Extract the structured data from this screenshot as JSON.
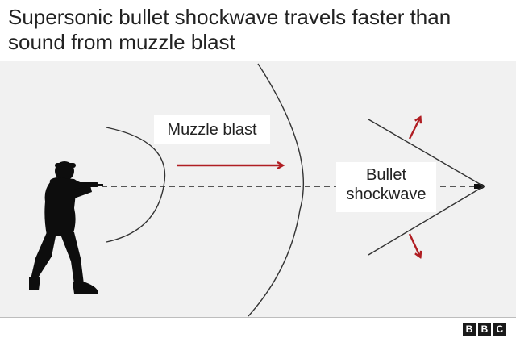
{
  "title": "Supersonic bullet shockwave travels faster than sound from muzzle blast",
  "labels": {
    "muzzle_blast": "Muzzle blast",
    "bullet_shockwave_line1": "Bullet",
    "bullet_shockwave_line2": "shockwave"
  },
  "logo": {
    "letters": [
      "B",
      "B",
      "C"
    ]
  },
  "colors": {
    "arrow": "#b01e23",
    "line": "#333333",
    "panel": "#f1f1f1",
    "silhouette": "#0d0d0d"
  }
}
